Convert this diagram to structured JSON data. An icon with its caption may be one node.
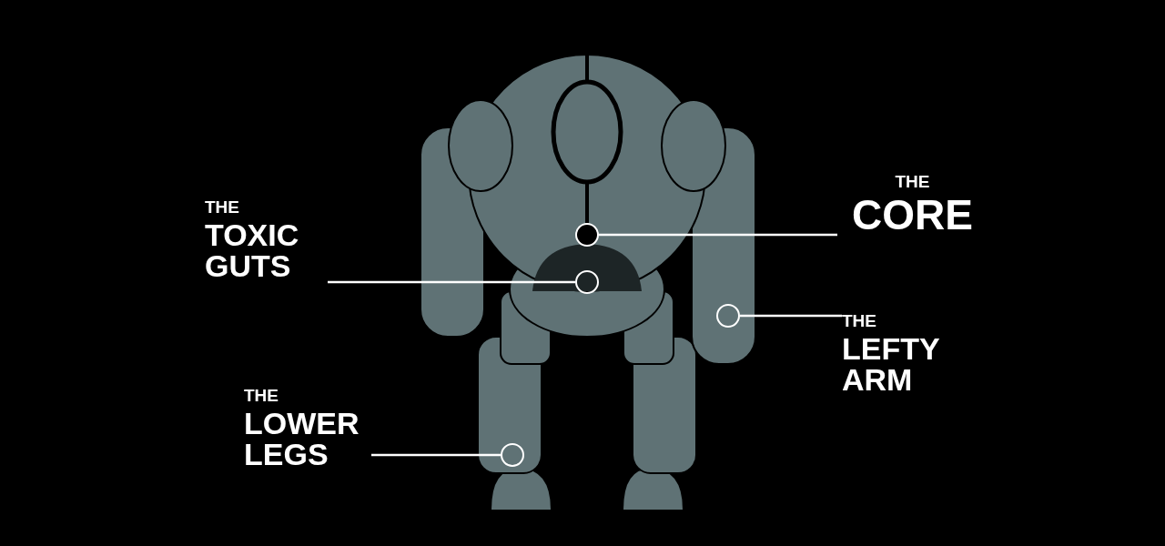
{
  "diagram": {
    "nodes": [
      {
        "text": [
          "THE",
          "CORE"
        ]
      },
      {
        "text": [],
        "shape": "circle"
      },
      {
        "text": [
          "THE",
          "TOXIC GUTS"
        ]
      },
      {
        "text": [],
        "shape": "circle"
      },
      {
        "text": [
          "THE",
          "LEFTY ARM"
        ]
      },
      {
        "text": [],
        "shape": "circle"
      },
      {
        "text": [
          "THE",
          "LOWER LEGS"
        ]
      },
      {
        "text": [],
        "shape": "circle"
      }
    ],
    "edges": [
      {
        "from": 0,
        "to": 1,
        "arrow": "none"
      },
      {
        "from": 2,
        "to": 3,
        "arrow": "none"
      },
      {
        "from": 4,
        "to": 5,
        "arrow": "none"
      },
      {
        "from": 6,
        "to": 7,
        "arrow": "none"
      }
    ]
  }
}
